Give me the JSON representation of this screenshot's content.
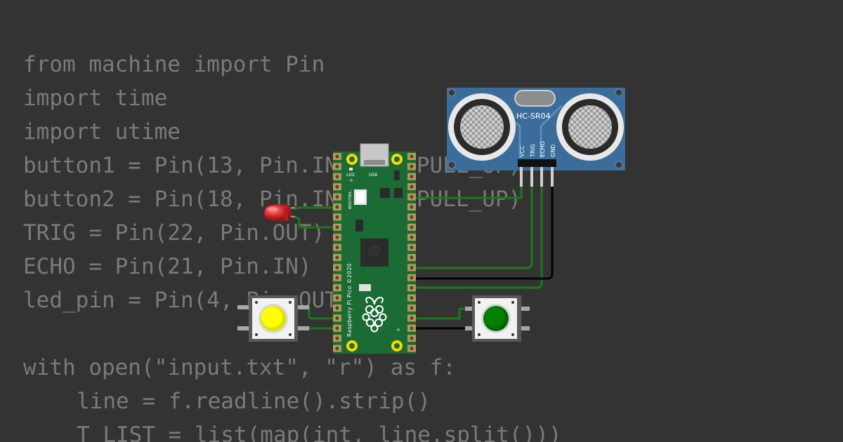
{
  "code": {
    "lines": [
      {
        "text": "from machine import Pin",
        "indent": 0
      },
      {
        "text": "import time",
        "indent": 0
      },
      {
        "text": "import utime",
        "indent": 0
      },
      {
        "text": "button1 = Pin(13, Pin.IN, Pin.PULL_UP)",
        "indent": 0
      },
      {
        "text": "button2 = Pin(18, Pin.IN, Pin.PULL_UP)",
        "indent": 0
      },
      {
        "text": "TRIG = Pin(22, Pin.OUT)",
        "indent": 0
      },
      {
        "text": "ECHO = Pin(21, Pin.IN)",
        "indent": 0
      },
      {
        "text": "led_pin = Pin(4, Pin.OUT)",
        "indent": 0
      },
      {
        "text": "",
        "indent": 0
      },
      {
        "text": "with open(\"input.txt\", \"r\") as f:",
        "indent": 0
      },
      {
        "text": "line = f.readline().strip()",
        "indent": 1
      },
      {
        "text": "T_LIST = list(map(int, line.split()))",
        "indent": 1
      }
    ]
  },
  "sensor": {
    "model": "HC-SR04",
    "pins": [
      "VCC",
      "TRIG",
      "ECHO",
      "GND"
    ]
  },
  "pico": {
    "board_label": "Raspberry Pi Pico ©2020",
    "led_label": "LED",
    "usb_label": "USB",
    "bootsel_label": "BOOTSEL"
  },
  "colors": {
    "background": "#333333",
    "code_text": "#7a7a7a",
    "wire_green": "#1a7a1a",
    "wire_black": "#000000",
    "pcb_green": "#1b6b35",
    "sensor_blue": "#3b6d9a",
    "button_yellow": "#ffff00",
    "button_green": "#008000",
    "led_red": "#cc2222"
  }
}
